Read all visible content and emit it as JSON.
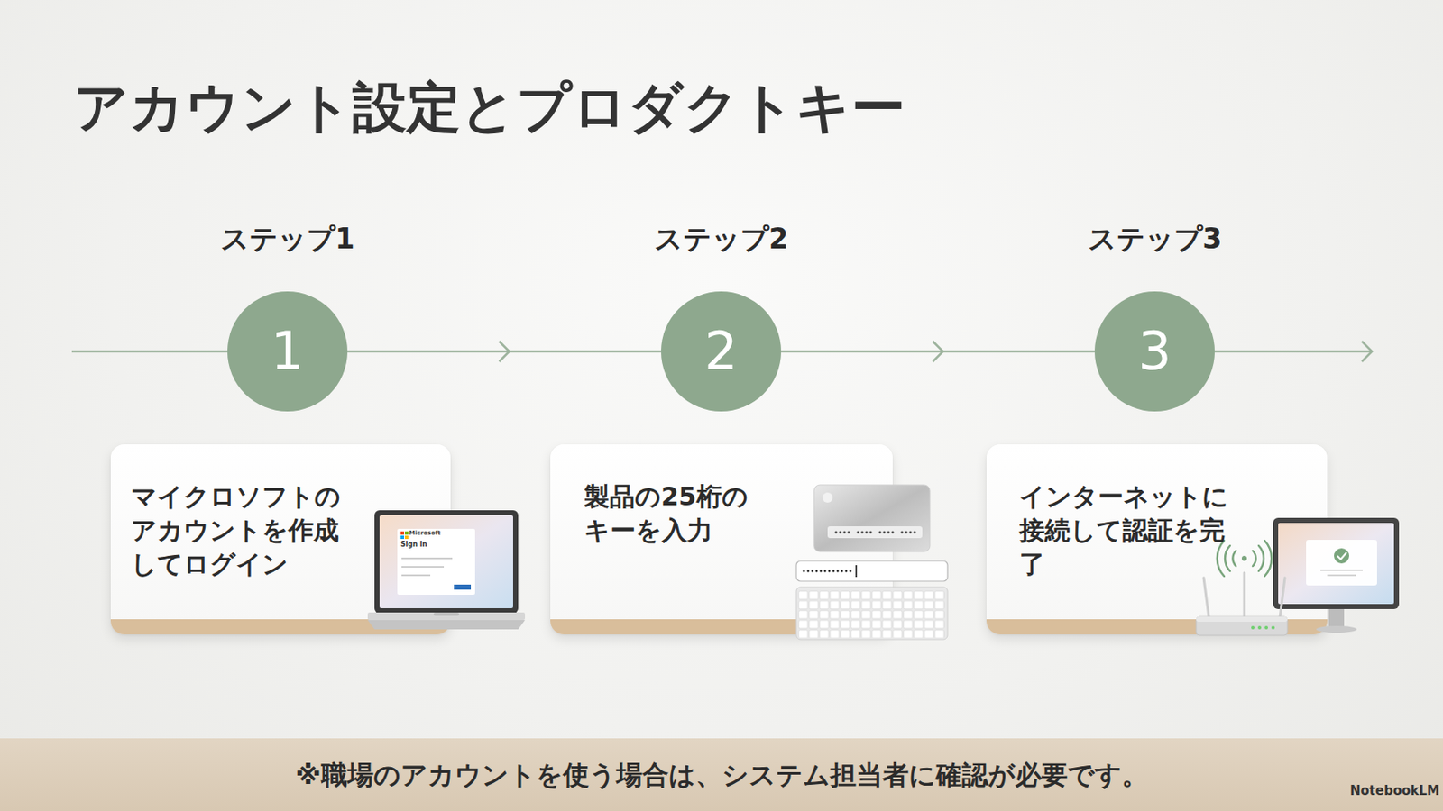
{
  "diagram": {
    "title": "アカウント設定とプロダクトキー",
    "nodes": [
      {
        "text": [
          "ステップ1",
          "1"
        ]
      },
      {
        "text": [
          "マイクロソフトのアカウントを作成してログイン"
        ]
      },
      {
        "text": [
          "ステップ2",
          "2"
        ]
      },
      {
        "text": [
          "製品の25桁のキーを入力"
        ]
      },
      {
        "text": [
          "ステップ3",
          "3"
        ]
      },
      {
        "text": [
          "インターネットに接続して認証を完了"
        ]
      },
      {
        "text": [
          "※職場のアカウントを使う場合は、システム担当者に確認が必要です。"
        ]
      }
    ],
    "edges": [
      {
        "from": 0,
        "to": 2,
        "arrow": "to"
      },
      {
        "from": 2,
        "to": 4,
        "arrow": "to"
      }
    ],
    "labels": [
      "Microsoft",
      "Sign in",
      "NotebookLM"
    ]
  }
}
